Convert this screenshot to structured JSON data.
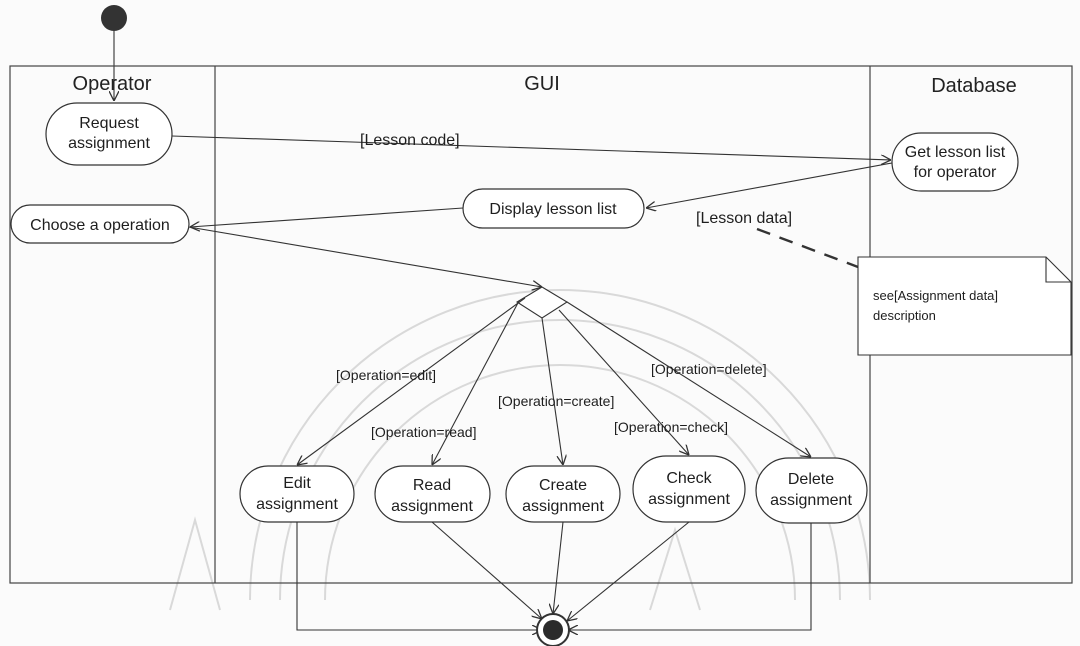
{
  "lanes": {
    "operator": "Operator",
    "gui": "GUI",
    "database": "Database"
  },
  "nodes": {
    "request_assignment": [
      "Request",
      "assignment"
    ],
    "get_lesson_list": [
      "Get lesson list",
      "for operator"
    ],
    "display_lesson_list": "Display lesson list",
    "choose_operation": "Choose a operation",
    "edit_assignment": [
      "Edit",
      "assignment"
    ],
    "read_assignment": [
      "Read",
      "assignment"
    ],
    "create_assignment": [
      "Create",
      "assignment"
    ],
    "check_assignment": [
      "Check",
      "assignment"
    ],
    "delete_assignment": [
      "Delete",
      "assignment"
    ]
  },
  "flow_labels": {
    "lesson_code": "[Lesson code]",
    "lesson_data": "[Lesson data]"
  },
  "guards": {
    "edit": "[Operation=edit]",
    "read": "[Operation=read]",
    "create": "[Operation=create]",
    "check": "[Operation=check]",
    "delete": "[Operation=delete]"
  },
  "note": [
    "see[Assignment data]",
    "description"
  ],
  "colors": {
    "line": "#333333",
    "background": "#fbfbfb",
    "node_fill": "#ffffff",
    "final_node": "#2b2b2b"
  }
}
